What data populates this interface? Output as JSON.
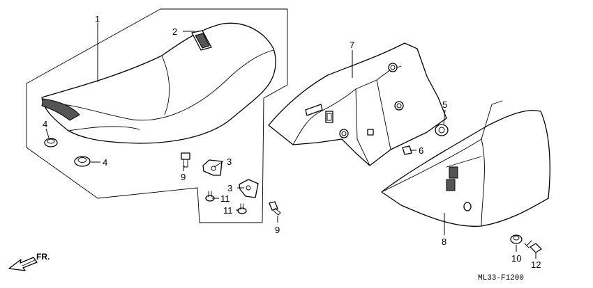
{
  "diagram": {
    "direction_label": "FR.",
    "diagram_code": "ML33-F1200",
    "callouts": [
      {
        "id": "c1",
        "label": "1"
      },
      {
        "id": "c2",
        "label": "2"
      },
      {
        "id": "c3a",
        "label": "3"
      },
      {
        "id": "c3b",
        "label": "3"
      },
      {
        "id": "c4a",
        "label": "4"
      },
      {
        "id": "c4b",
        "label": "4"
      },
      {
        "id": "c5",
        "label": "5"
      },
      {
        "id": "c6",
        "label": "6"
      },
      {
        "id": "c7",
        "label": "7"
      },
      {
        "id": "c8",
        "label": "8"
      },
      {
        "id": "c9a",
        "label": "9"
      },
      {
        "id": "c9b",
        "label": "9"
      },
      {
        "id": "c10",
        "label": "10"
      },
      {
        "id": "c11a",
        "label": "11"
      },
      {
        "id": "c11b",
        "label": "11"
      },
      {
        "id": "c12",
        "label": "12"
      }
    ]
  }
}
